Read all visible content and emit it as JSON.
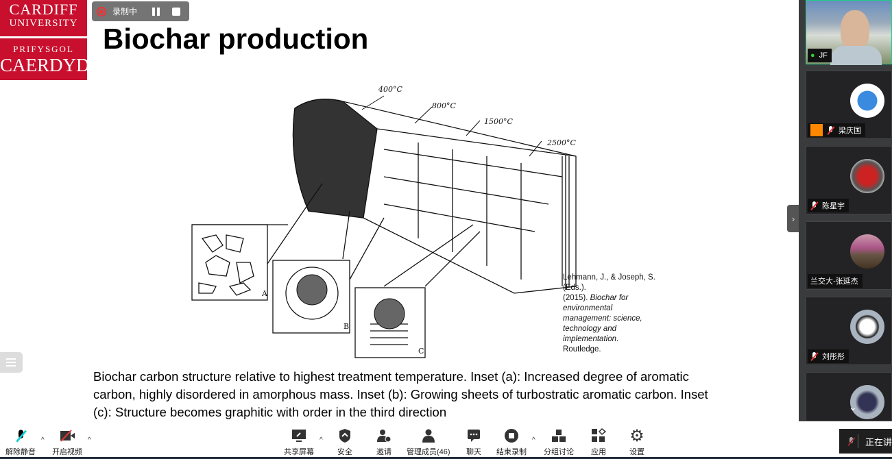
{
  "logo": {
    "line1": "CARDIFF",
    "line2": "UNIVERSITY",
    "line3": "PRIFYSGOL",
    "line4": "CAERDYDD"
  },
  "recording": {
    "label": "录制中"
  },
  "slide": {
    "title": "Biochar production",
    "figure_labels": {
      "t400": "400°C",
      "t800": "800°C",
      "t1500": "1500°C",
      "t2500": "2500°C",
      "a": "A",
      "b": "B",
      "c": "C"
    },
    "citation": {
      "authors": "Lehmann, J., & Joseph, S. (Eds.).",
      "year": "(2015).",
      "book": "Biochar for environmental management: science, technology and implementation",
      "publisher": "Routledge."
    },
    "caption": "Biochar carbon structure relative to highest treatment temperature. Inset (a): Increased degree of aromatic carbon, highly disordered in amorphous mass. Inset (b): Growing sheets of turbostratic aromatic carbon. Inset (c): Structure becomes graphitic with order in the third direction"
  },
  "participants": [
    {
      "name": "JF",
      "mic": "on"
    },
    {
      "name": "梁庆国",
      "mic": "off"
    },
    {
      "name": "陈星宇",
      "mic": "off"
    },
    {
      "name": "兰交大-张延杰",
      "mic": "none"
    },
    {
      "name": "刘彤彤",
      "mic": "off"
    },
    {
      "name": "",
      "mic": "none"
    }
  ],
  "toolbar": {
    "unmute": "解除静音",
    "video": "开启视频",
    "share": "共享屏幕",
    "security": "安全",
    "invite": "邀请",
    "members": "管理成员(46)",
    "chat": "聊天",
    "end_record": "结束录制",
    "breakout": "分组讨论",
    "apps": "应用",
    "settings": "设置"
  },
  "speaking": {
    "label": "正在讲"
  }
}
